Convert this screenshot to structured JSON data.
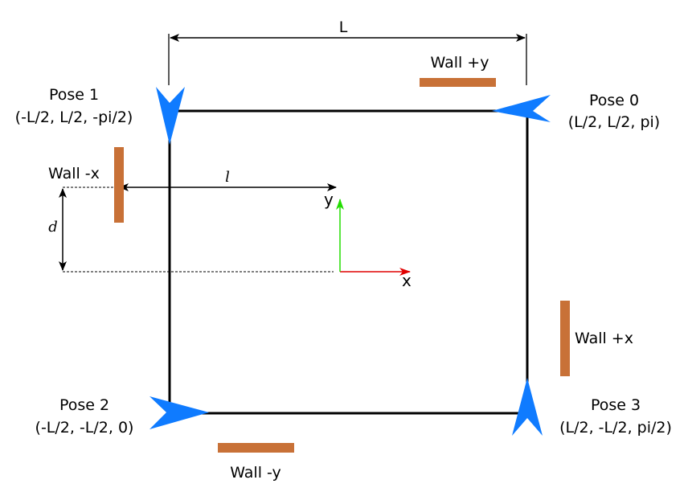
{
  "colors": {
    "wall": "#c87137",
    "pose": "#0f7bff",
    "axis_x": "#e00000",
    "axis_y": "#22dd00",
    "line": "#000000"
  },
  "labels": {
    "L": "L",
    "l": "l",
    "d": "d",
    "x": "x",
    "y": "y"
  },
  "walls": {
    "py": "Wall +y",
    "mx": "Wall -x",
    "px": "Wall +x",
    "my": "Wall -y"
  },
  "poses": [
    {
      "name": "Pose 0",
      "coords": "(L/2, L/2, pi)"
    },
    {
      "name": "Pose 1",
      "coords": "(-L/2, L/2, -pi/2)"
    },
    {
      "name": "Pose 2",
      "coords": "(-L/2, -L/2, 0)"
    },
    {
      "name": "Pose 3",
      "coords": "(L/2, -L/2, pi/2)"
    }
  ]
}
